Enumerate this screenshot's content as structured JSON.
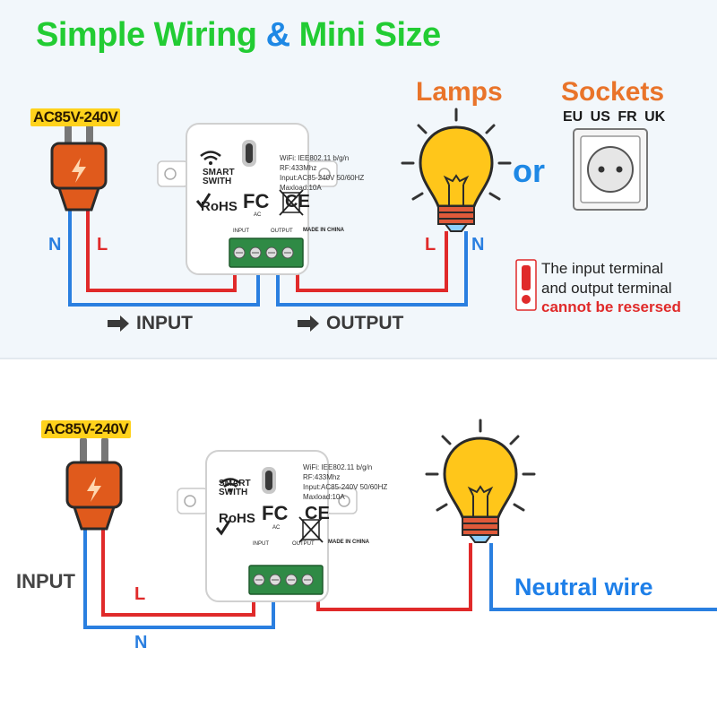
{
  "title": {
    "part1": "Simple Wiring",
    "amp": "&",
    "part2": "Mini Size"
  },
  "power_label": "AC85V-240V",
  "wires": {
    "neutral": "N",
    "live": "L"
  },
  "flow": {
    "input": "INPUT",
    "output": "OUTPUT"
  },
  "loads": {
    "lamps": "Lamps",
    "sockets": "Sockets",
    "socket_regions": "EU US FR UK",
    "or": "or"
  },
  "warning": {
    "line1": "The input terminal",
    "line2": "and output terminal",
    "line3": "cannot be resersed"
  },
  "device": {
    "name_line1": "SMART",
    "name_line2": "SWITH",
    "spec1": "WiFi: IEE802.11 b/g/n",
    "spec2": "RF:433Mhz",
    "spec3": "Input:AC85-240V 50/60HZ",
    "spec4": "Maxload:10A",
    "rohs": "RoHS",
    "fc": "FC",
    "ce": "CE",
    "made_in": "MADE IN CHINA",
    "terminal_input": "INPUT",
    "terminal_output": "OUTPUT",
    "terminal_ac": "AC"
  },
  "bottom": {
    "input_label": "INPUT",
    "neutral_wire": "Neutral wire"
  },
  "colors": {
    "live_wire": "#e02a2a",
    "neutral_wire": "#2a7fe0",
    "title_green": "#22cc33",
    "title_blue": "#1e88e5",
    "accent_orange": "#e9742a",
    "bulb_yellow": "#ffc61a",
    "terminal_green": "#2f8a45"
  },
  "icons": [
    "power-plug-icon",
    "wifi-icon",
    "light-bulb-icon",
    "wall-socket-icon",
    "warning-icon",
    "arrow-right-icon",
    "weee-bin-icon"
  ]
}
